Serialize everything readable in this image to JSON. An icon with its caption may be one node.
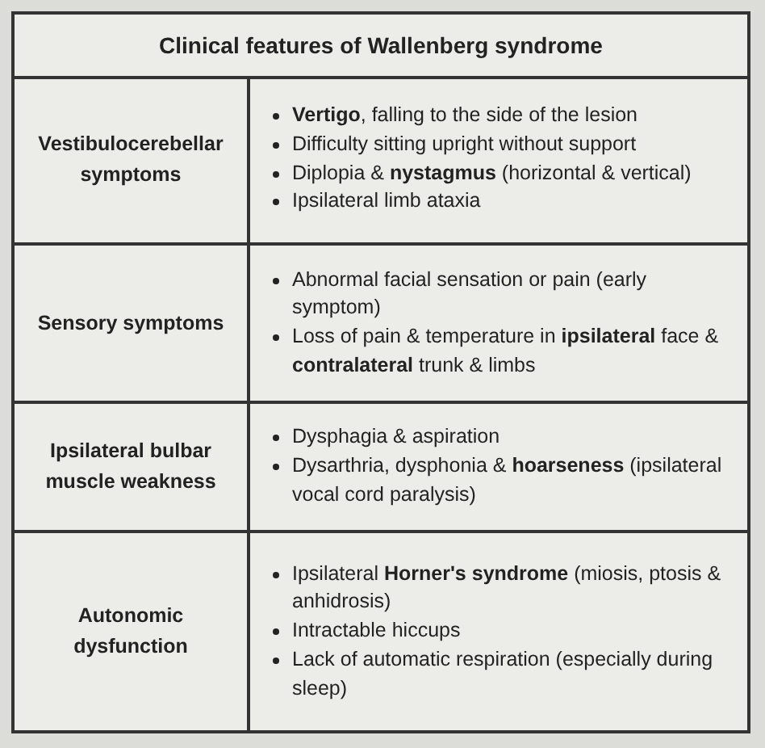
{
  "diagram": {
    "title": "Clinical features of Wallenberg syndrome",
    "labels": [
      "Vestibulocerebellar symptoms",
      "**Vertigo**, falling to the side of the lesion",
      "Difficulty sitting upright without support",
      "Diplopia & **nystagmus** (horizontal & vertical)",
      "Ipsilateral limb ataxia",
      "Sensory symptoms",
      "Abnormal facial sensation or pain (early symptom)",
      "Loss of pain & temperature in **ipsilateral** face & **contralateral** trunk & limbs",
      "Ipsilateral bulbar muscle weakness",
      "Dysphagia & aspiration",
      "Dysarthria, dysphonia & **hoarseness** (ipsilateral vocal cord paralysis)",
      "Autonomic dysfunction",
      "Ipsilateral **Horner's syndrome** (miosis, ptosis & anhidrosis)",
      "Intractable hiccups",
      "Lack of automatic respiration (especially during sleep)"
    ]
  }
}
